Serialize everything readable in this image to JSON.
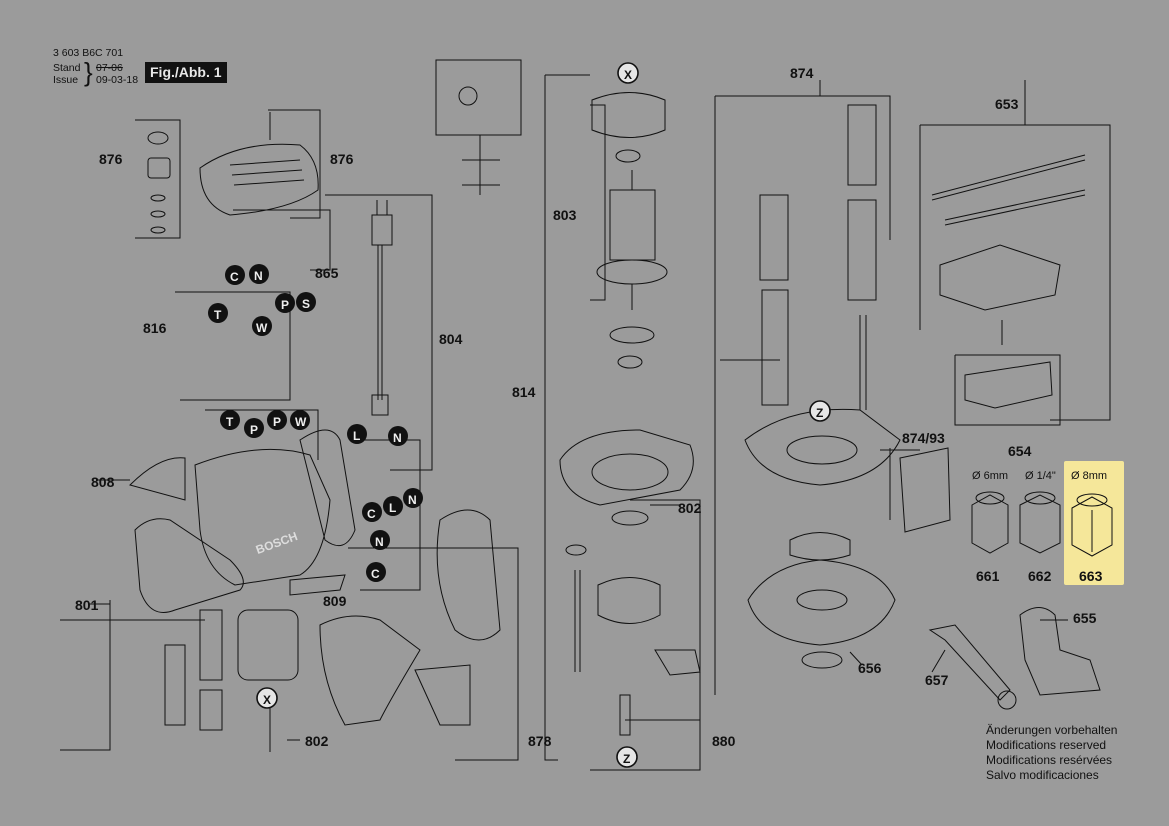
{
  "header": {
    "doc_number": "3 603 B6C 701",
    "stand_label": "Stand",
    "stand_value": "07-06",
    "issue_label": "Issue",
    "issue_value": "09-03-18",
    "figure_label": "Fig./Abb. 1"
  },
  "parts": {
    "p876a": "876",
    "p876b": "876",
    "p865": "865",
    "p816": "816",
    "p804": "804",
    "p808": "808",
    "p801": "801",
    "p809": "809",
    "p802a": "802",
    "p878": "878",
    "p803": "803",
    "p814": "814",
    "p802b": "802",
    "p880": "880",
    "p874": "874",
    "p874_93": "874/93",
    "p653": "653",
    "p654": "654",
    "p661": "661",
    "p662": "662",
    "p663": "663",
    "p655": "655",
    "p656": "656",
    "p657": "657"
  },
  "collet_sizes": {
    "c661": "Ø 6mm",
    "c662": "Ø 1/4\"",
    "c663": "Ø 8mm"
  },
  "markers": {
    "x": "X",
    "z": "Z",
    "c": "C",
    "n": "N",
    "p": "P",
    "s": "S",
    "t": "T",
    "w": "W",
    "l": "L"
  },
  "housing_brand": "BOSCH",
  "notes": [
    "Änderungen vorbehalten",
    "Modifications reserved",
    "Modifications resérvées",
    "Salvo modificaciones"
  ],
  "highlight_color": "#f5e79a"
}
